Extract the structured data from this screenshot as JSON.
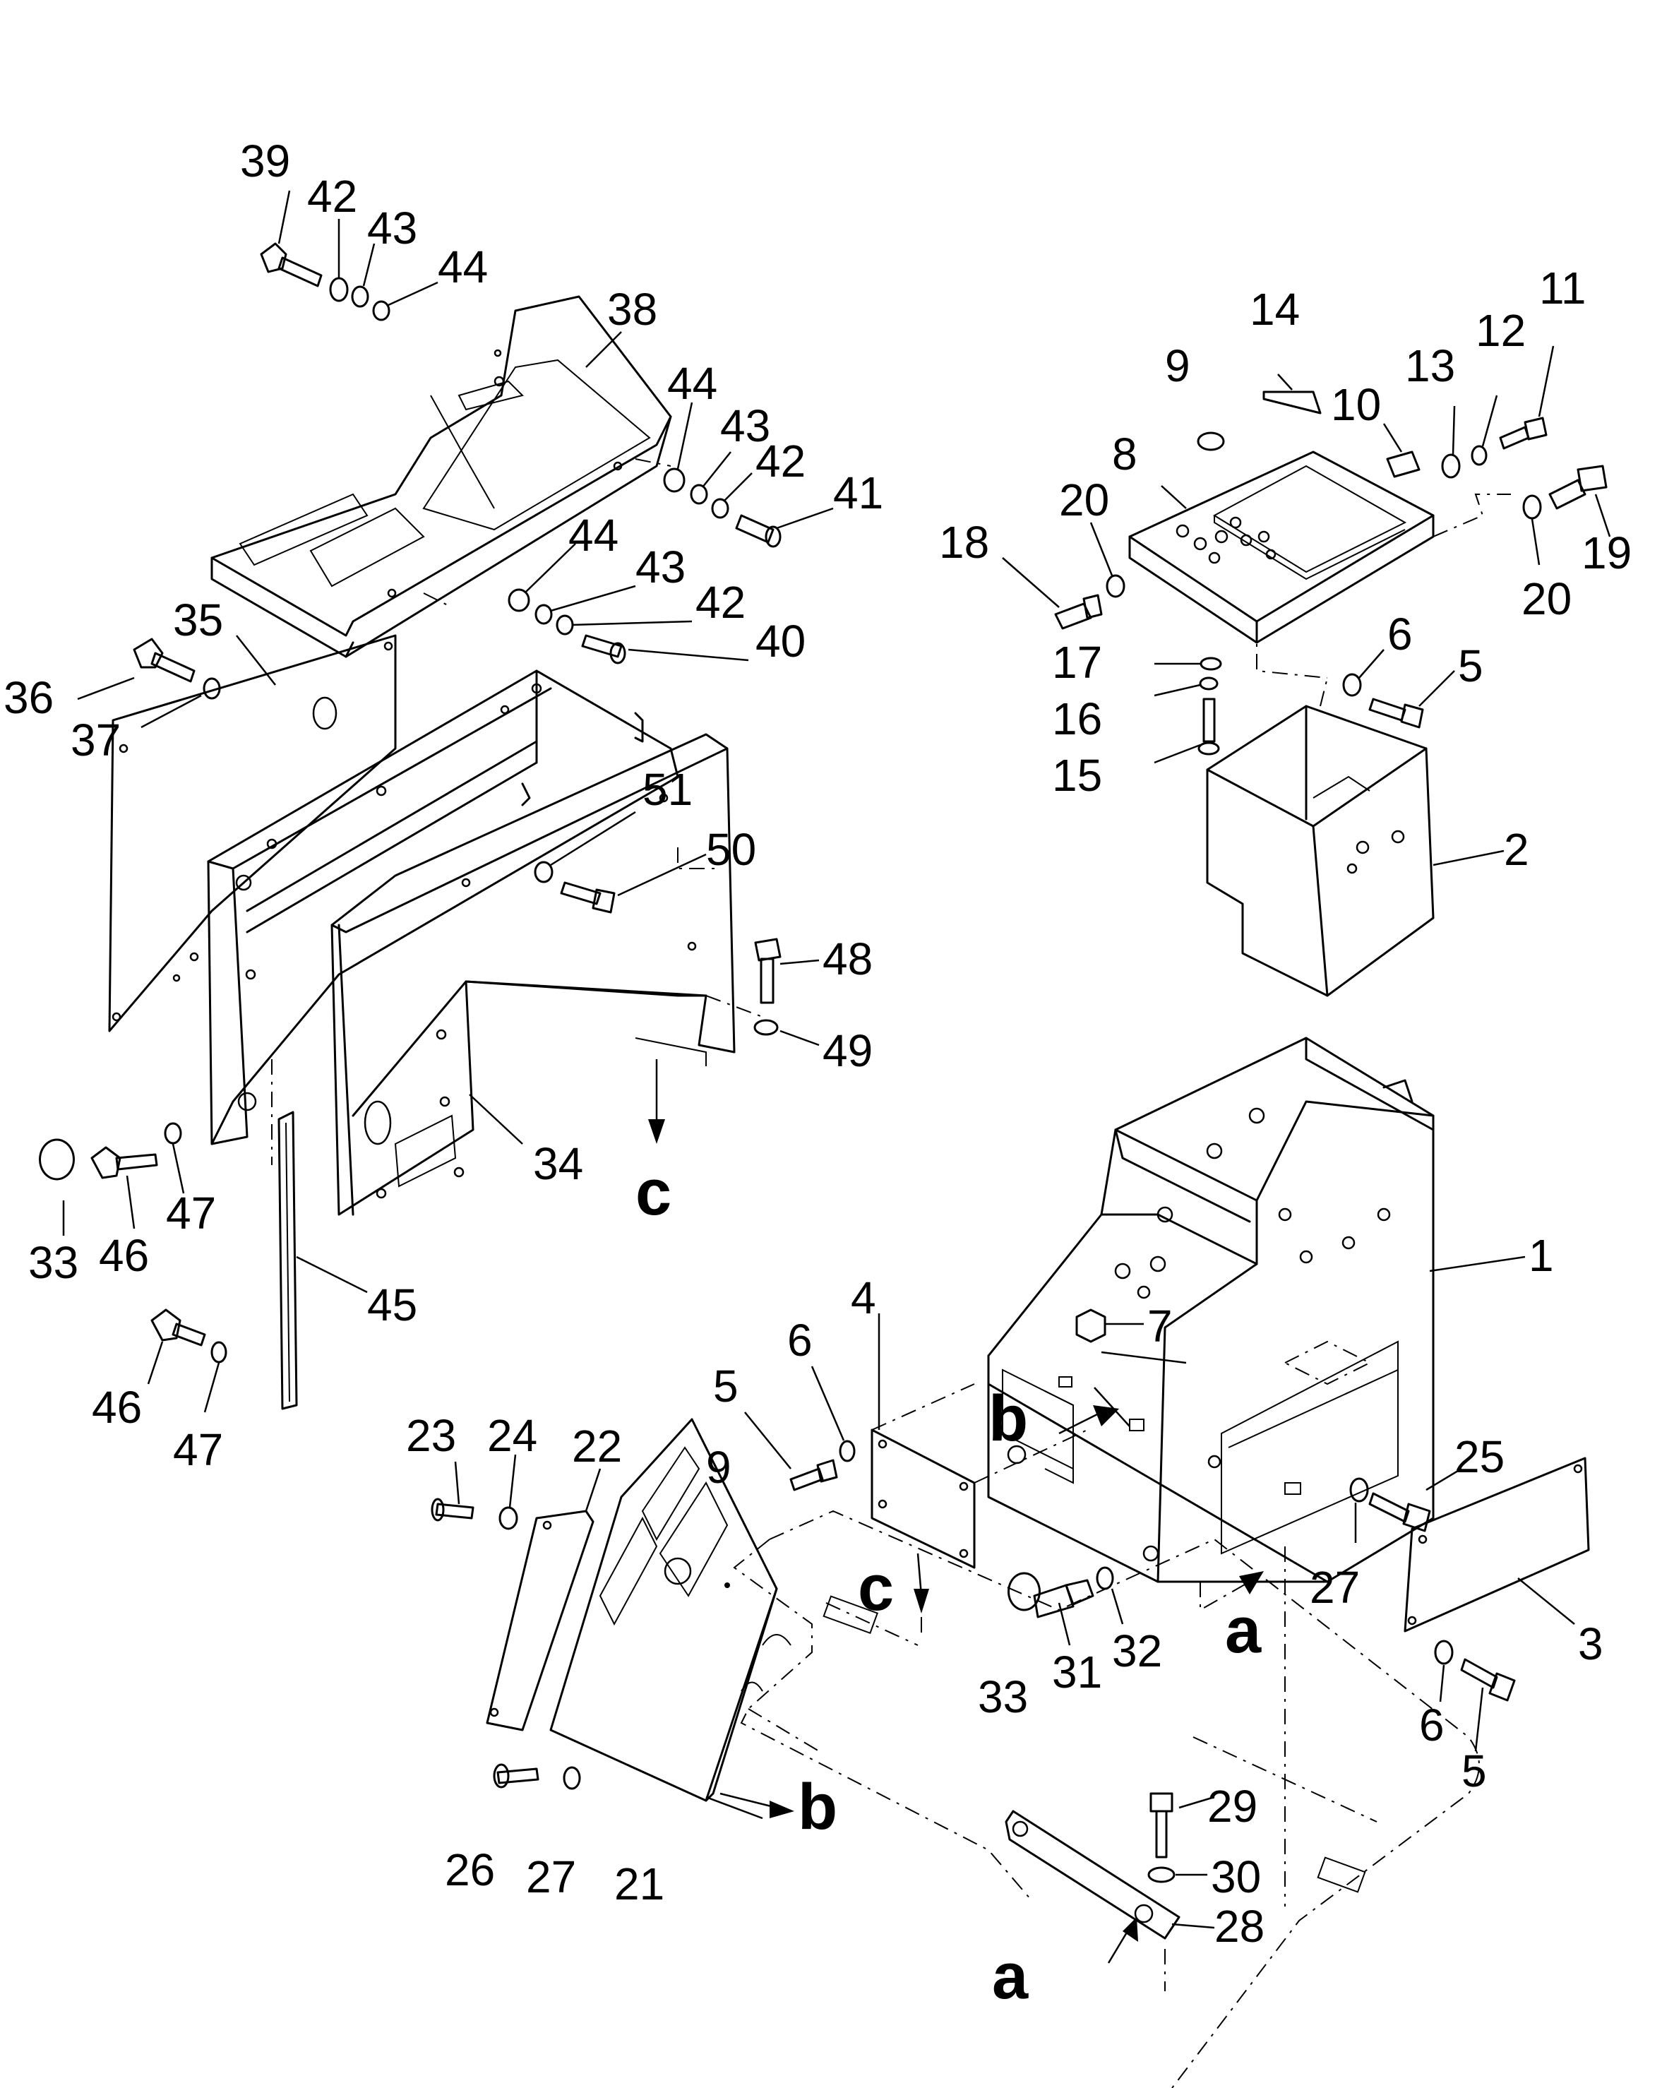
{
  "diagram": {
    "callouts": [
      {
        "id": "c1",
        "text": "1"
      },
      {
        "id": "c2",
        "text": "2"
      },
      {
        "id": "c3",
        "text": "3"
      },
      {
        "id": "c4",
        "text": "4"
      },
      {
        "id": "c5a",
        "text": "5"
      },
      {
        "id": "c5b",
        "text": "5"
      },
      {
        "id": "c5c",
        "text": "5"
      },
      {
        "id": "c6a",
        "text": "6"
      },
      {
        "id": "c6b",
        "text": "6"
      },
      {
        "id": "c6c",
        "text": "6"
      },
      {
        "id": "c7",
        "text": "7"
      },
      {
        "id": "c8",
        "text": "8"
      },
      {
        "id": "c9a",
        "text": "9"
      },
      {
        "id": "c9b",
        "text": "9"
      },
      {
        "id": "c10",
        "text": "10"
      },
      {
        "id": "c11",
        "text": "11"
      },
      {
        "id": "c12",
        "text": "12"
      },
      {
        "id": "c13",
        "text": "13"
      },
      {
        "id": "c14",
        "text": "14"
      },
      {
        "id": "c15",
        "text": "15"
      },
      {
        "id": "c16",
        "text": "16"
      },
      {
        "id": "c17",
        "text": "17"
      },
      {
        "id": "c18",
        "text": "18"
      },
      {
        "id": "c19",
        "text": "19"
      },
      {
        "id": "c20a",
        "text": "20"
      },
      {
        "id": "c20b",
        "text": "20"
      },
      {
        "id": "c21",
        "text": "21"
      },
      {
        "id": "c22",
        "text": "22"
      },
      {
        "id": "c23",
        "text": "23"
      },
      {
        "id": "c24",
        "text": "24"
      },
      {
        "id": "c25",
        "text": "25"
      },
      {
        "id": "c26",
        "text": "26"
      },
      {
        "id": "c27a",
        "text": "27"
      },
      {
        "id": "c27b",
        "text": "27"
      },
      {
        "id": "c28",
        "text": "28"
      },
      {
        "id": "c29",
        "text": "29"
      },
      {
        "id": "c30",
        "text": "30"
      },
      {
        "id": "c31",
        "text": "31"
      },
      {
        "id": "c32",
        "text": "32"
      },
      {
        "id": "c33a",
        "text": "33"
      },
      {
        "id": "c33b",
        "text": "33"
      },
      {
        "id": "c34",
        "text": "34"
      },
      {
        "id": "c35",
        "text": "35"
      },
      {
        "id": "c36",
        "text": "36"
      },
      {
        "id": "c37",
        "text": "37"
      },
      {
        "id": "c38",
        "text": "38"
      },
      {
        "id": "c39",
        "text": "39"
      },
      {
        "id": "c40",
        "text": "40"
      },
      {
        "id": "c41",
        "text": "41"
      },
      {
        "id": "c42a",
        "text": "42"
      },
      {
        "id": "c42b",
        "text": "42"
      },
      {
        "id": "c42c",
        "text": "42"
      },
      {
        "id": "c43a",
        "text": "43"
      },
      {
        "id": "c43b",
        "text": "43"
      },
      {
        "id": "c43c",
        "text": "43"
      },
      {
        "id": "c44a",
        "text": "44"
      },
      {
        "id": "c44b",
        "text": "44"
      },
      {
        "id": "c44c",
        "text": "44"
      },
      {
        "id": "c45",
        "text": "45"
      },
      {
        "id": "c46a",
        "text": "46"
      },
      {
        "id": "c46b",
        "text": "46"
      },
      {
        "id": "c47a",
        "text": "47"
      },
      {
        "id": "c47b",
        "text": "47"
      },
      {
        "id": "c48",
        "text": "48"
      },
      {
        "id": "c49",
        "text": "49"
      },
      {
        "id": "c50",
        "text": "50"
      },
      {
        "id": "c51",
        "text": "51"
      }
    ],
    "connection_letters": [
      {
        "id": "La1",
        "text": "a"
      },
      {
        "id": "La2",
        "text": "a"
      },
      {
        "id": "Lb1",
        "text": "b"
      },
      {
        "id": "Lb2",
        "text": "b"
      },
      {
        "id": "Lc1",
        "text": "c"
      },
      {
        "id": "Lc2",
        "text": "c"
      }
    ]
  }
}
